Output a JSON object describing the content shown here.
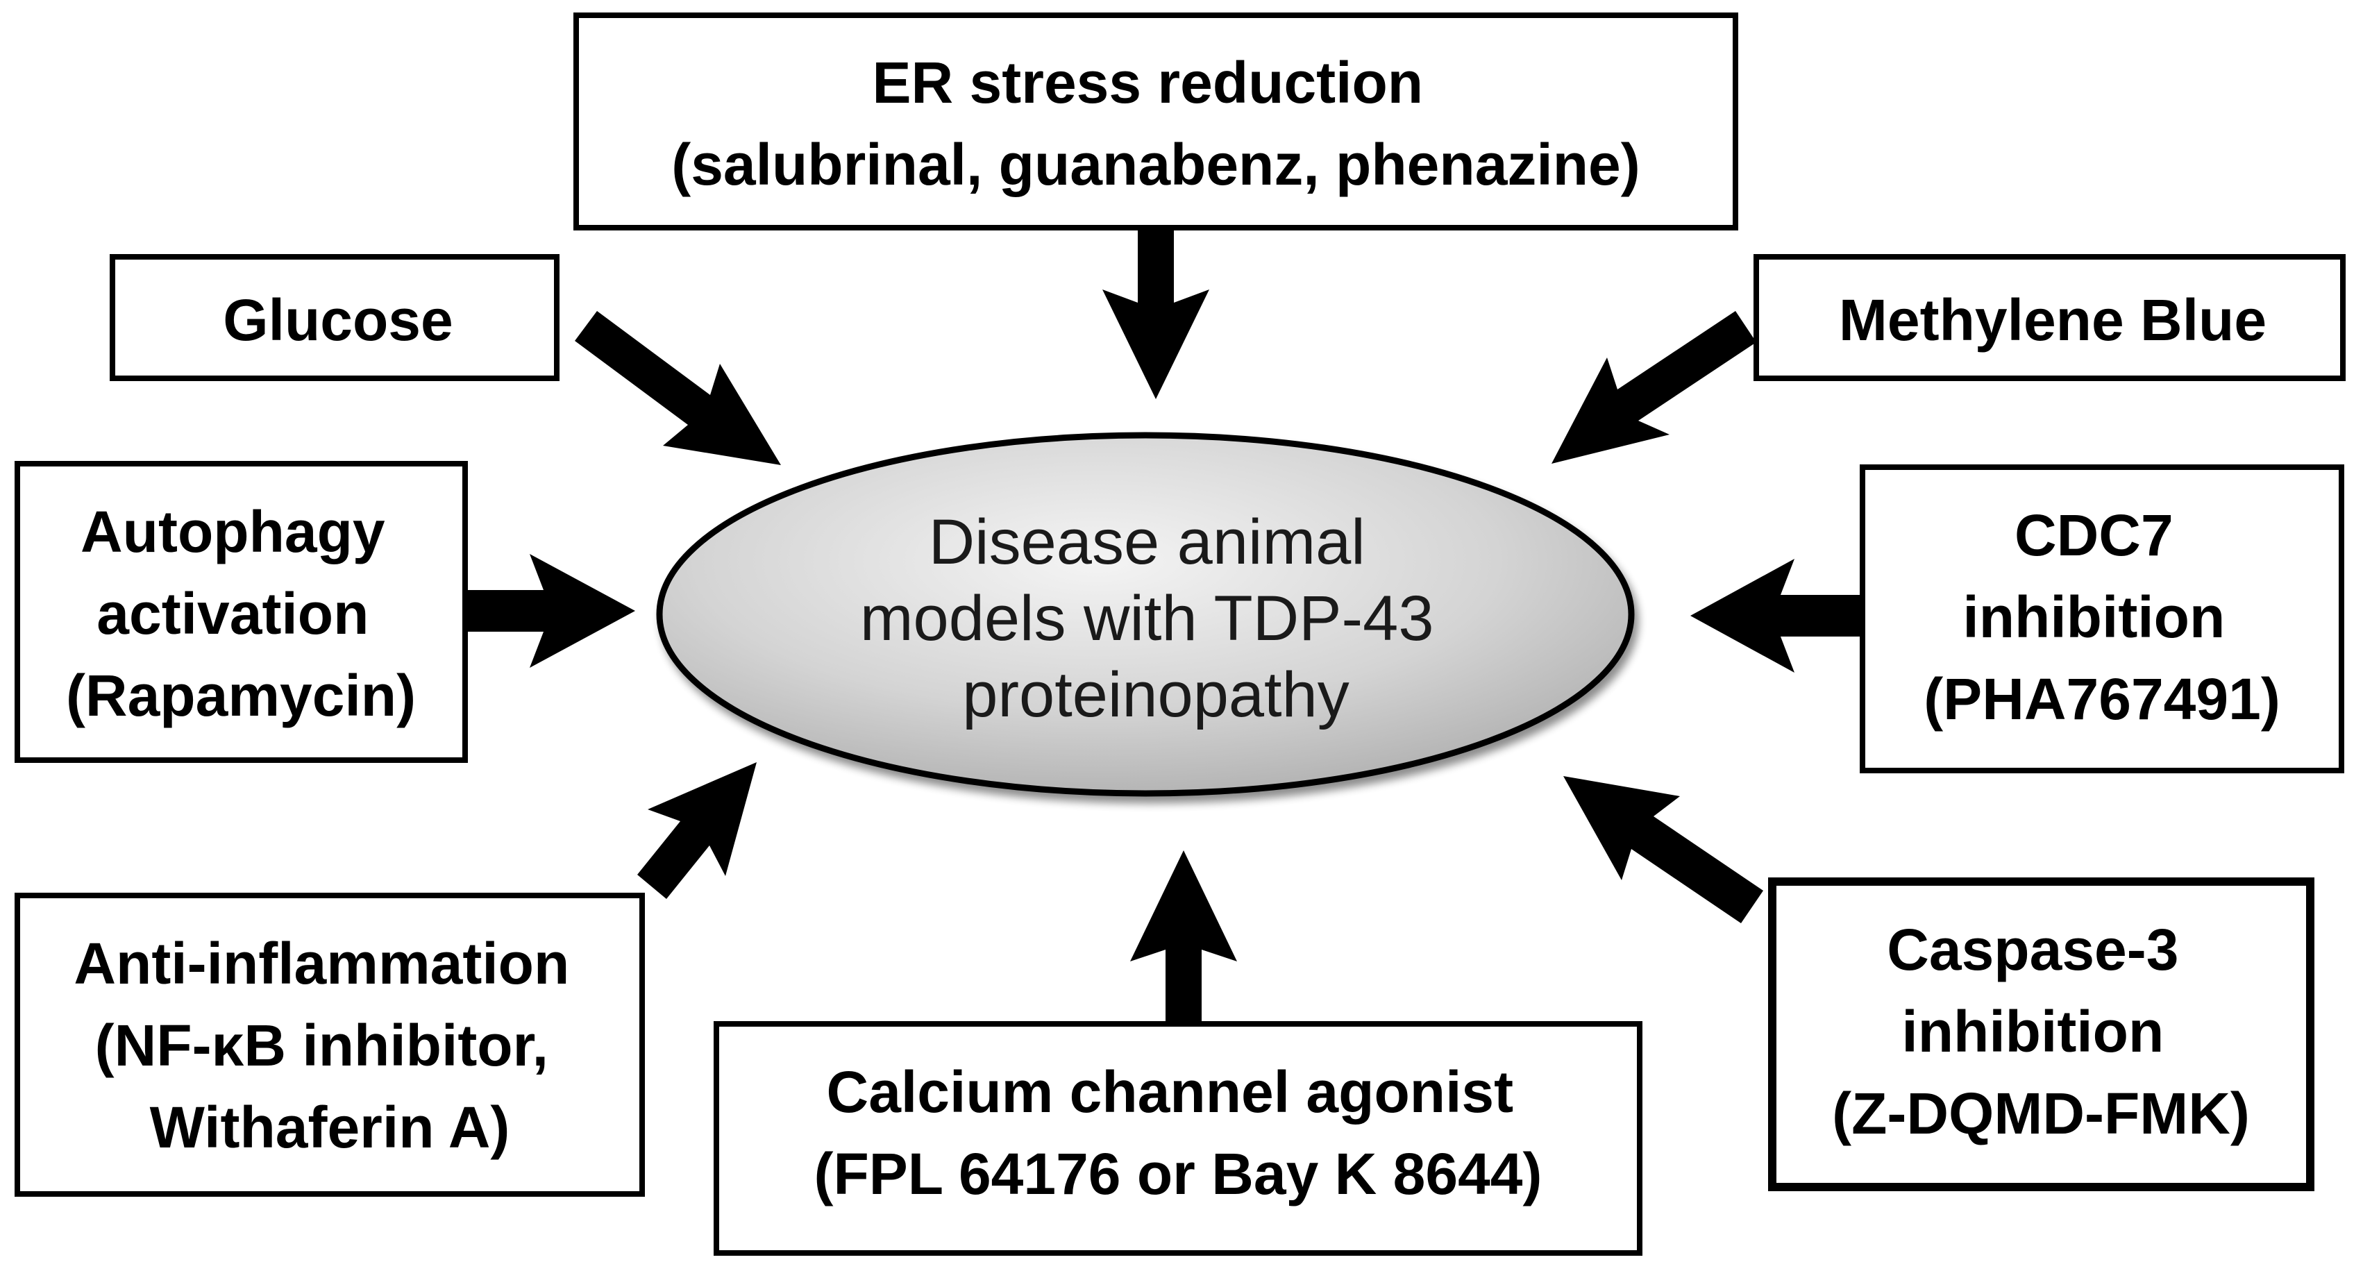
{
  "center": {
    "lines": [
      "Disease animal",
      "models with TDP-43",
      "proteinopathy"
    ]
  },
  "boxes": {
    "er_stress": {
      "lines": [
        "ER stress reduction",
        "(salubrinal, guanabenz, phenazine)"
      ]
    },
    "glucose": {
      "lines": [
        "Glucose"
      ]
    },
    "methylene_blue": {
      "lines": [
        "Methylene Blue"
      ]
    },
    "autophagy": {
      "lines": [
        "Autophagy",
        "activation",
        "(Rapamycin)"
      ]
    },
    "cdc7": {
      "lines": [
        "CDC7",
        "inhibition",
        "(PHA767491)"
      ]
    },
    "anti_inflammation": {
      "lines": [
        "Anti-inflammation",
        "(NF-κB inhibitor,",
        "Withaferin A)"
      ]
    },
    "calcium": {
      "lines": [
        "Calcium channel agonist",
        "(FPL 64176 or Bay K 8644)"
      ]
    },
    "caspase": {
      "lines": [
        "Caspase-3",
        "inhibition",
        "(Z-DQMD-FMK)"
      ]
    }
  },
  "colors": {
    "ellipse_fill_light": "#f2f2f2",
    "ellipse_fill_dark": "#a6a6a6",
    "stroke": "#000000"
  }
}
